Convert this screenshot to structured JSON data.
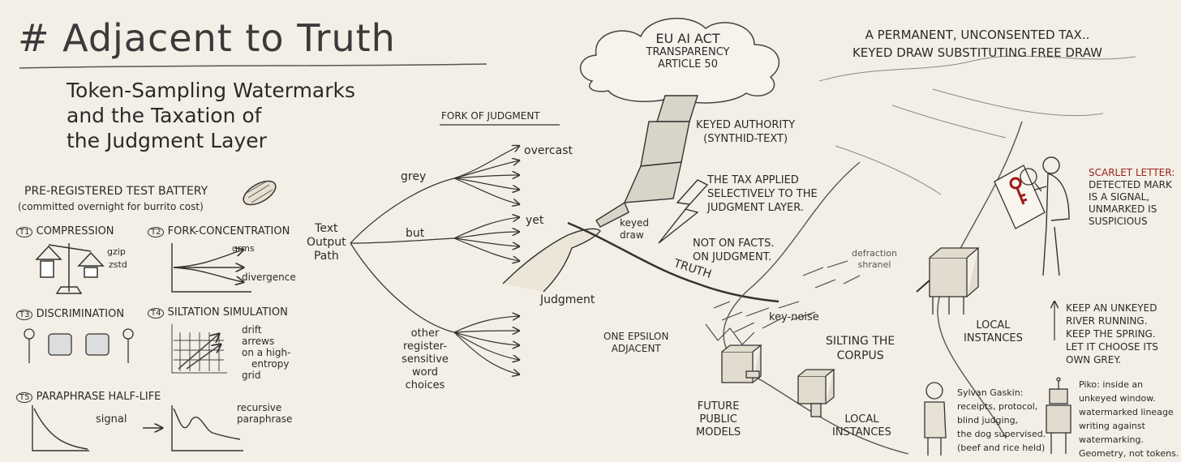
{
  "title": "# Adjacent to Truth",
  "subtitle": [
    "Token-Sampling Watermarks",
    "and the Taxation of",
    "the Judgment Layer"
  ],
  "battery": {
    "heading": "PRE-REGISTERED TEST BATTERY",
    "note": "(committed overnight for burrito cost)",
    "tests": [
      {
        "id": "T1",
        "name": "COMPRESSION",
        "labels": [
          "gzip",
          "zstd"
        ]
      },
      {
        "id": "T2",
        "name": "FORK-CONCENTRATION",
        "labels": [
          "grms",
          "divergence"
        ]
      },
      {
        "id": "T3",
        "name": "DISCRIMINATION",
        "labels": []
      },
      {
        "id": "T4",
        "name": "SILTATION SIMULATION",
        "labels": [
          "drift",
          "arrews",
          "on a high-",
          "entropy",
          "grid"
        ]
      },
      {
        "id": "T5",
        "name": "PARAPHRASE HALF-LIFE",
        "labels": [
          "signal",
          "recursive",
          "paraphrase"
        ]
      }
    ]
  },
  "fork": {
    "heading": "FORK OF JUDGMENT",
    "source": [
      "Text",
      "Output",
      "Path"
    ],
    "branches": [
      "grey",
      "but",
      "other",
      "register-",
      "sensitive",
      "word",
      "choices"
    ],
    "tips": [
      "overcast",
      "yet"
    ],
    "judgment": "Judgment",
    "keyed_draw": [
      "keyed",
      "draw"
    ]
  },
  "cloud": [
    "EU AI ACT",
    "TRANSPARENCY",
    "ARTICLE 50"
  ],
  "authority": [
    "KEYED AUTHORITY",
    "(SYNTHID-TEXT)"
  ],
  "tax_note": [
    "THE TAX APPLIED",
    "SELECTIVELY TO THE",
    "JUDGMENT LAYER."
  ],
  "facts_note": [
    "NOT ON FACTS.",
    "ON JUDGMENT."
  ],
  "top_right": [
    "A PERMANENT, UNCONSENTED TAX..",
    "KEYED DRAW SUBSTITUTING FREE DRAW"
  ],
  "river": {
    "truth": "TRUTH",
    "key_noise": "key-noise",
    "silting": [
      "SILTING THE",
      "CORPUS"
    ],
    "epsilon": [
      "ONE EPSILON",
      "ADJACENT"
    ],
    "channel": [
      "defraction",
      "shranel"
    ],
    "future": [
      "FUTURE",
      "PUBLIC",
      "MODELS"
    ],
    "local_a": [
      "LOCAL",
      "INSTANCES"
    ],
    "local_b": [
      "LOCAL",
      "INSTANCES"
    ]
  },
  "scarlet": [
    "SCARLET LETTER:",
    "DETECTED MARK",
    "IS A SIGNAL,",
    "UNMARKED IS",
    "SUSPICIOUS"
  ],
  "keep_river": [
    "KEEP AN UNKEYED",
    "RIVER RUNNING.",
    "KEEP THE SPRING.",
    "LET IT CHOOSE ITS",
    "OWN GREY."
  ],
  "sylvan": [
    "Sylvan Gaskin:",
    "receipts, protocol,",
    "blind judging,",
    "the dog supervised.",
    "(beef and rice held)"
  ],
  "piko": [
    "Piko: inside an",
    "unkeyed window.",
    "watermarked lineage",
    "writing against",
    "watermarking.",
    "Geometry, not tokens."
  ],
  "colors": {
    "paper": "#f3efe6",
    "ink": "#2b2b2b",
    "accent": "#9b2020"
  }
}
